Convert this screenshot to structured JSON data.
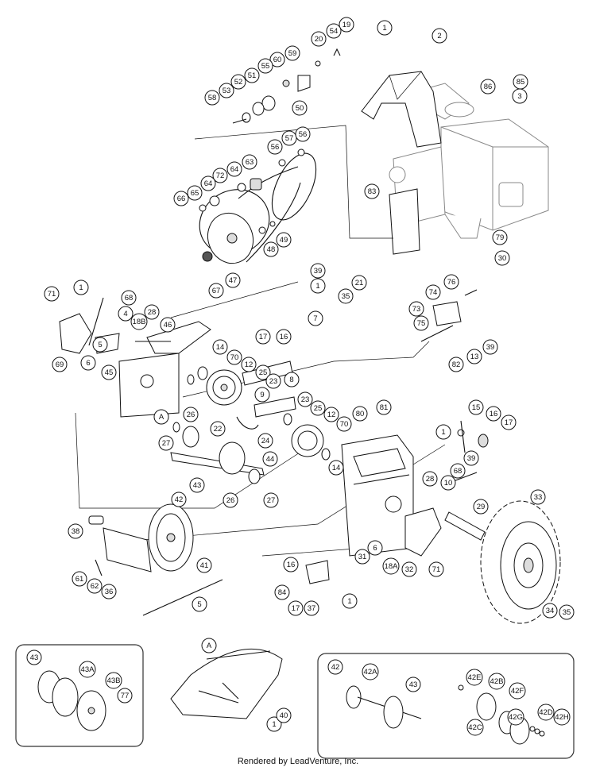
{
  "footer": "Rendered by LeadVenture, Inc.",
  "callouts": [
    {
      "id": "c1a",
      "label": "1"
    },
    {
      "id": "c2",
      "label": "2"
    },
    {
      "id": "c3",
      "label": "3"
    },
    {
      "id": "c85",
      "label": "85"
    },
    {
      "id": "c86",
      "label": "86"
    },
    {
      "id": "c19",
      "label": "19"
    },
    {
      "id": "c54",
      "label": "54"
    },
    {
      "id": "c20",
      "label": "20"
    },
    {
      "id": "c59",
      "label": "59"
    },
    {
      "id": "c60",
      "label": "60"
    },
    {
      "id": "c55",
      "label": "55"
    },
    {
      "id": "c50",
      "label": "50"
    },
    {
      "id": "c51",
      "label": "51"
    },
    {
      "id": "c52",
      "label": "52"
    },
    {
      "id": "c53",
      "label": "53"
    },
    {
      "id": "c58",
      "label": "58"
    },
    {
      "id": "c56a",
      "label": "56"
    },
    {
      "id": "c57",
      "label": "57"
    },
    {
      "id": "c56b",
      "label": "56"
    },
    {
      "id": "c63",
      "label": "63"
    },
    {
      "id": "c72",
      "label": "72"
    },
    {
      "id": "c64a",
      "label": "64"
    },
    {
      "id": "c64b",
      "label": "64"
    },
    {
      "id": "c65",
      "label": "65"
    },
    {
      "id": "c66",
      "label": "66"
    },
    {
      "id": "c49",
      "label": "49"
    },
    {
      "id": "c48",
      "label": "48"
    },
    {
      "id": "c47",
      "label": "47"
    },
    {
      "id": "c67",
      "label": "67"
    },
    {
      "id": "c83",
      "label": "83"
    },
    {
      "id": "c79",
      "label": "79"
    },
    {
      "id": "c30",
      "label": "30"
    },
    {
      "id": "c39a",
      "label": "39"
    },
    {
      "id": "c1b",
      "label": "1"
    },
    {
      "id": "c7",
      "label": "7"
    },
    {
      "id": "c16a",
      "label": "16"
    },
    {
      "id": "c17a",
      "label": "17"
    },
    {
      "id": "c21",
      "label": "21"
    },
    {
      "id": "c35a",
      "label": "35"
    },
    {
      "id": "c71a",
      "label": "71"
    },
    {
      "id": "c1c",
      "label": "1"
    },
    {
      "id": "c68a",
      "label": "68"
    },
    {
      "id": "c28a",
      "label": "28"
    },
    {
      "id": "c4",
      "label": "4"
    },
    {
      "id": "c18B",
      "label": "18B"
    },
    {
      "id": "c46",
      "label": "46"
    },
    {
      "id": "c5a",
      "label": "5"
    },
    {
      "id": "c6a",
      "label": "6"
    },
    {
      "id": "c69",
      "label": "69"
    },
    {
      "id": "c45",
      "label": "45"
    },
    {
      "id": "c14a",
      "label": "14"
    },
    {
      "id": "c70a",
      "label": "70"
    },
    {
      "id": "c12a",
      "label": "12"
    },
    {
      "id": "c25a",
      "label": "25"
    },
    {
      "id": "c23a",
      "label": "23"
    },
    {
      "id": "c8",
      "label": "8"
    },
    {
      "id": "c9",
      "label": "9"
    },
    {
      "id": "c23b",
      "label": "23"
    },
    {
      "id": "c25b",
      "label": "25"
    },
    {
      "id": "c12b",
      "label": "12"
    },
    {
      "id": "c70b",
      "label": "70"
    },
    {
      "id": "c80",
      "label": "80"
    },
    {
      "id": "c81",
      "label": "81"
    },
    {
      "id": "c14b",
      "label": "14"
    },
    {
      "id": "cA1",
      "label": "A"
    },
    {
      "id": "c26a",
      "label": "26"
    },
    {
      "id": "c27a",
      "label": "27"
    },
    {
      "id": "c22",
      "label": "22"
    },
    {
      "id": "c24",
      "label": "24"
    },
    {
      "id": "c44",
      "label": "44"
    },
    {
      "id": "c43",
      "label": "43"
    },
    {
      "id": "c42",
      "label": "42"
    },
    {
      "id": "c26b",
      "label": "26"
    },
    {
      "id": "c27b",
      "label": "27"
    },
    {
      "id": "c73",
      "label": "73"
    },
    {
      "id": "c74",
      "label": "74"
    },
    {
      "id": "c76",
      "label": "76"
    },
    {
      "id": "c75",
      "label": "75"
    },
    {
      "id": "c39b",
      "label": "39"
    },
    {
      "id": "c13",
      "label": "13"
    },
    {
      "id": "c82",
      "label": "82"
    },
    {
      "id": "c15",
      "label": "15"
    },
    {
      "id": "c16b",
      "label": "16"
    },
    {
      "id": "c17b",
      "label": "17"
    },
    {
      "id": "c1d",
      "label": "1"
    },
    {
      "id": "c39c",
      "label": "39"
    },
    {
      "id": "c10",
      "label": "10"
    },
    {
      "id": "c68b",
      "label": "68"
    },
    {
      "id": "c28b",
      "label": "28"
    },
    {
      "id": "c33",
      "label": "33"
    },
    {
      "id": "c29",
      "label": "29"
    },
    {
      "id": "c38",
      "label": "38"
    },
    {
      "id": "c41",
      "label": "41"
    },
    {
      "id": "c61",
      "label": "61"
    },
    {
      "id": "c62",
      "label": "62"
    },
    {
      "id": "c36",
      "label": "36"
    },
    {
      "id": "c5b",
      "label": "5"
    },
    {
      "id": "c31",
      "label": "31"
    },
    {
      "id": "c6b",
      "label": "6"
    },
    {
      "id": "c18A",
      "label": "18A"
    },
    {
      "id": "c32",
      "label": "32"
    },
    {
      "id": "c71b",
      "label": "71"
    },
    {
      "id": "c16c",
      "label": "16"
    },
    {
      "id": "c84",
      "label": "84"
    },
    {
      "id": "c17c",
      "label": "17"
    },
    {
      "id": "c37",
      "label": "37"
    },
    {
      "id": "c1e",
      "label": "1"
    },
    {
      "id": "c34",
      "label": "34"
    },
    {
      "id": "c35b",
      "label": "35"
    },
    {
      "id": "cA2",
      "label": "A"
    },
    {
      "id": "c1f",
      "label": "1"
    },
    {
      "id": "c40",
      "label": "40"
    },
    {
      "id": "i43",
      "label": "43"
    },
    {
      "id": "i43A",
      "label": "43A"
    },
    {
      "id": "i43B",
      "label": "43B"
    },
    {
      "id": "i77",
      "label": "77"
    },
    {
      "id": "i42",
      "label": "42"
    },
    {
      "id": "i42A",
      "label": "42A"
    },
    {
      "id": "i43b",
      "label": "43"
    },
    {
      "id": "i42E",
      "label": "42E"
    },
    {
      "id": "i42B",
      "label": "42B"
    },
    {
      "id": "i42F",
      "label": "42F"
    },
    {
      "id": "i42G",
      "label": "42G"
    },
    {
      "id": "i42C",
      "label": "42C"
    },
    {
      "id": "i42D",
      "label": "42D"
    },
    {
      "id": "i42H",
      "label": "42H"
    }
  ]
}
